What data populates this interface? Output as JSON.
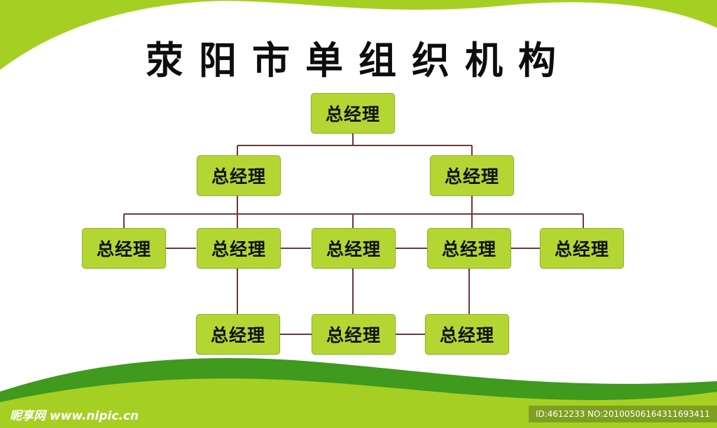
{
  "title": "荥阳市单组织机构",
  "colors": {
    "accent_green": "#a6cf24",
    "dark_green": "#3f9a1e",
    "node_fill": "#b3d633",
    "connector": "#6b3a3a"
  },
  "nodes": {
    "root": "总经理",
    "l2_left": "总经理",
    "l2_right": "总经理",
    "l3_1": "总经理",
    "l3_2": "总经理",
    "l3_3": "总经理",
    "l3_4": "总经理",
    "l3_5": "总经理",
    "l4_1": "总经理",
    "l4_2": "总经理",
    "l4_3": "总经理"
  },
  "watermark": {
    "site": "昵享网 www.nipic.cn",
    "id_text": "ID:4612233 NO:20100506164311693411"
  }
}
